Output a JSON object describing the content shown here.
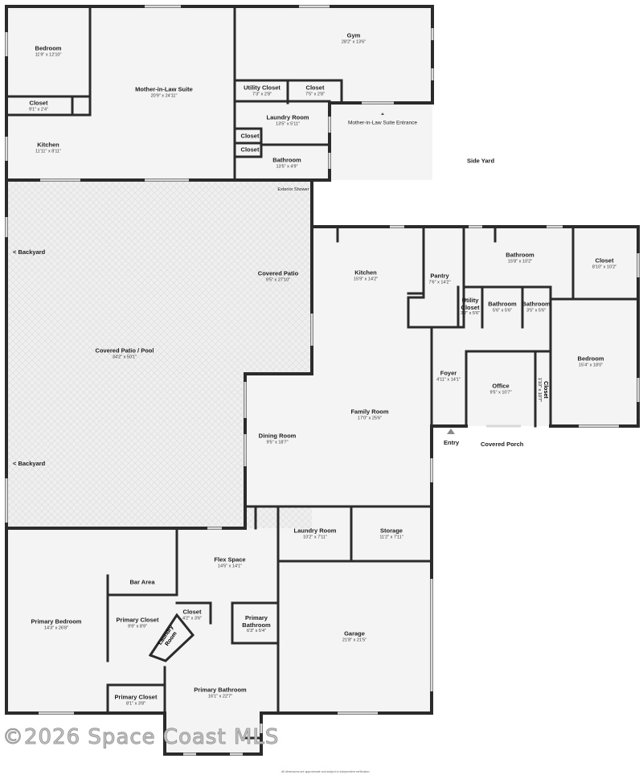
{
  "rooms": {
    "bedroom_upper": {
      "name": "Bedroom",
      "dims": "11'9\" x 12'10\""
    },
    "mil_suite": {
      "name": "Mother-in-Law Suite",
      "dims": "20'9\" x 24'11\""
    },
    "gym": {
      "name": "Gym",
      "dims": "28'2\" x 13'6\""
    },
    "utility_closet_top": {
      "name": "Utility Closet",
      "dims": "7'3\" x 2'8\""
    },
    "closet_top": {
      "name": "Closet",
      "dims": "7'5\" x 2'8\""
    },
    "closet_left": {
      "name": "Closet",
      "dims": "9'1\" x 2'4\""
    },
    "laundry_top": {
      "name": "Laundry Room",
      "dims": "13'5\" x 5'11\""
    },
    "closet_small_1": {
      "name": "Closet",
      "dims": ""
    },
    "closet_small_2": {
      "name": "Closet",
      "dims": ""
    },
    "kitchen_suite": {
      "name": "Kitchen",
      "dims": "11'11\" x 8'11\""
    },
    "bathroom_suite": {
      "name": "Bathroom",
      "dims": "13'5\" x 4'9\""
    },
    "covered_patio": {
      "name": "Covered Patio",
      "dims": "9'5\" x 27'10\""
    },
    "covered_patio_pool": {
      "name": "Covered Patio / Pool",
      "dims": "34'2\" x 50'1\""
    },
    "kitchen_main": {
      "name": "Kitchen",
      "dims": "15'9\" x 14'2\""
    },
    "pantry": {
      "name": "Pantry",
      "dims": "7'6\" x 14'2\""
    },
    "bathroom_east_top": {
      "name": "Bathroom",
      "dims": "15'8\" x 10'2\""
    },
    "closet_east": {
      "name": "Closet",
      "dims": "8'10\" x 10'2\""
    },
    "utility_closet_main": {
      "name": "Utility Closet",
      "dims": "3'2\" x 5'6\""
    },
    "bathroom_mid": {
      "name": "Bathroom",
      "dims": "5'6\" x 5'6\""
    },
    "bathroom_small": {
      "name": "Bathroom",
      "dims": "3'5\" x 5'6\""
    },
    "bedroom_east": {
      "name": "Bedroom",
      "dims": "15'4\" x 18'0\""
    },
    "foyer": {
      "name": "Foyer",
      "dims": "4'11\" x 14'1\""
    },
    "office": {
      "name": "Office",
      "dims": "9'5\" x 10'7\""
    },
    "closet_office": {
      "name": "Closet",
      "dims": "1'10\" x 10'7\""
    },
    "family_room": {
      "name": "Family Room",
      "dims": "17'0\" x 25'6\""
    },
    "dining_room": {
      "name": "Dining Room",
      "dims": "9'5\" x 18'7\""
    },
    "laundry_main": {
      "name": "Laundry Room",
      "dims": "10'2\" x 7'11\""
    },
    "storage": {
      "name": "Storage",
      "dims": "11'2\" x 7'11\""
    },
    "flex_space": {
      "name": "Flex Space",
      "dims": "14'5\" x 14'1\""
    },
    "bar_area": {
      "name": "Bar Area",
      "dims": ""
    },
    "primary_bedroom": {
      "name": "Primary Bedroom",
      "dims": "14'3\" x 26'8\""
    },
    "primary_closet_1": {
      "name": "Primary Closet",
      "dims": "9'9\" x 8'9\""
    },
    "closet_flex": {
      "name": "Closet",
      "dims": "4'2\" x 3'6\""
    },
    "primary_bathroom_small": {
      "name": "Primary Bathroom",
      "dims": "6'3\" x 5'4\""
    },
    "laundry_room_diag": {
      "name": "Laundry Room",
      "dims": ""
    },
    "garage": {
      "name": "Garage",
      "dims": "21'8\" x 21'5\""
    },
    "primary_closet_2": {
      "name": "Primary Closet",
      "dims": "8'1\" x 3'8\""
    },
    "primary_bathroom": {
      "name": "Primary Bathroom",
      "dims": "16'1\" x 22'7\""
    }
  },
  "exterior": {
    "mil_entrance": "Mother-in-Law Suite Entrance",
    "side_yard": "Side Yard",
    "exterior_shower": "Exterior Shower",
    "backyard_1": "< Backyard",
    "backyard_2": "< Backyard",
    "entry": "Entry",
    "covered_porch": "Covered Porch"
  },
  "watermark": "©2026 Space Coast MLS",
  "disclaimer": "All dimensions are approximate and subject to independent verification",
  "colors": {
    "wall": "#2b2b2b",
    "floor": "#f4f4f4",
    "patio": "#ededed"
  }
}
